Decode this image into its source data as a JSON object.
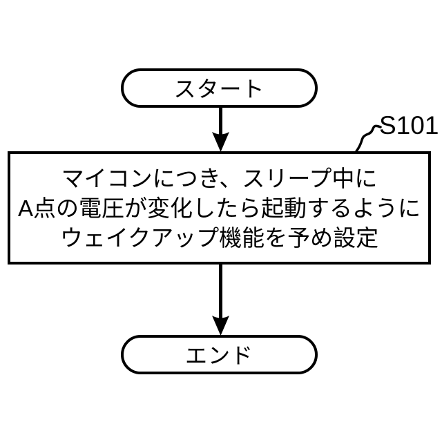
{
  "page": {
    "background": "#ffffff",
    "ink": "#000000"
  },
  "flowchart": {
    "start": {
      "label": "スタート"
    },
    "process": {
      "step_id": "S101",
      "lines": [
        "マイコンにつき、スリープ中に",
        "A点の電圧が変化したら起動するように",
        "ウェイクアップ機能を予め設定"
      ]
    },
    "end": {
      "label": "エンド"
    }
  }
}
